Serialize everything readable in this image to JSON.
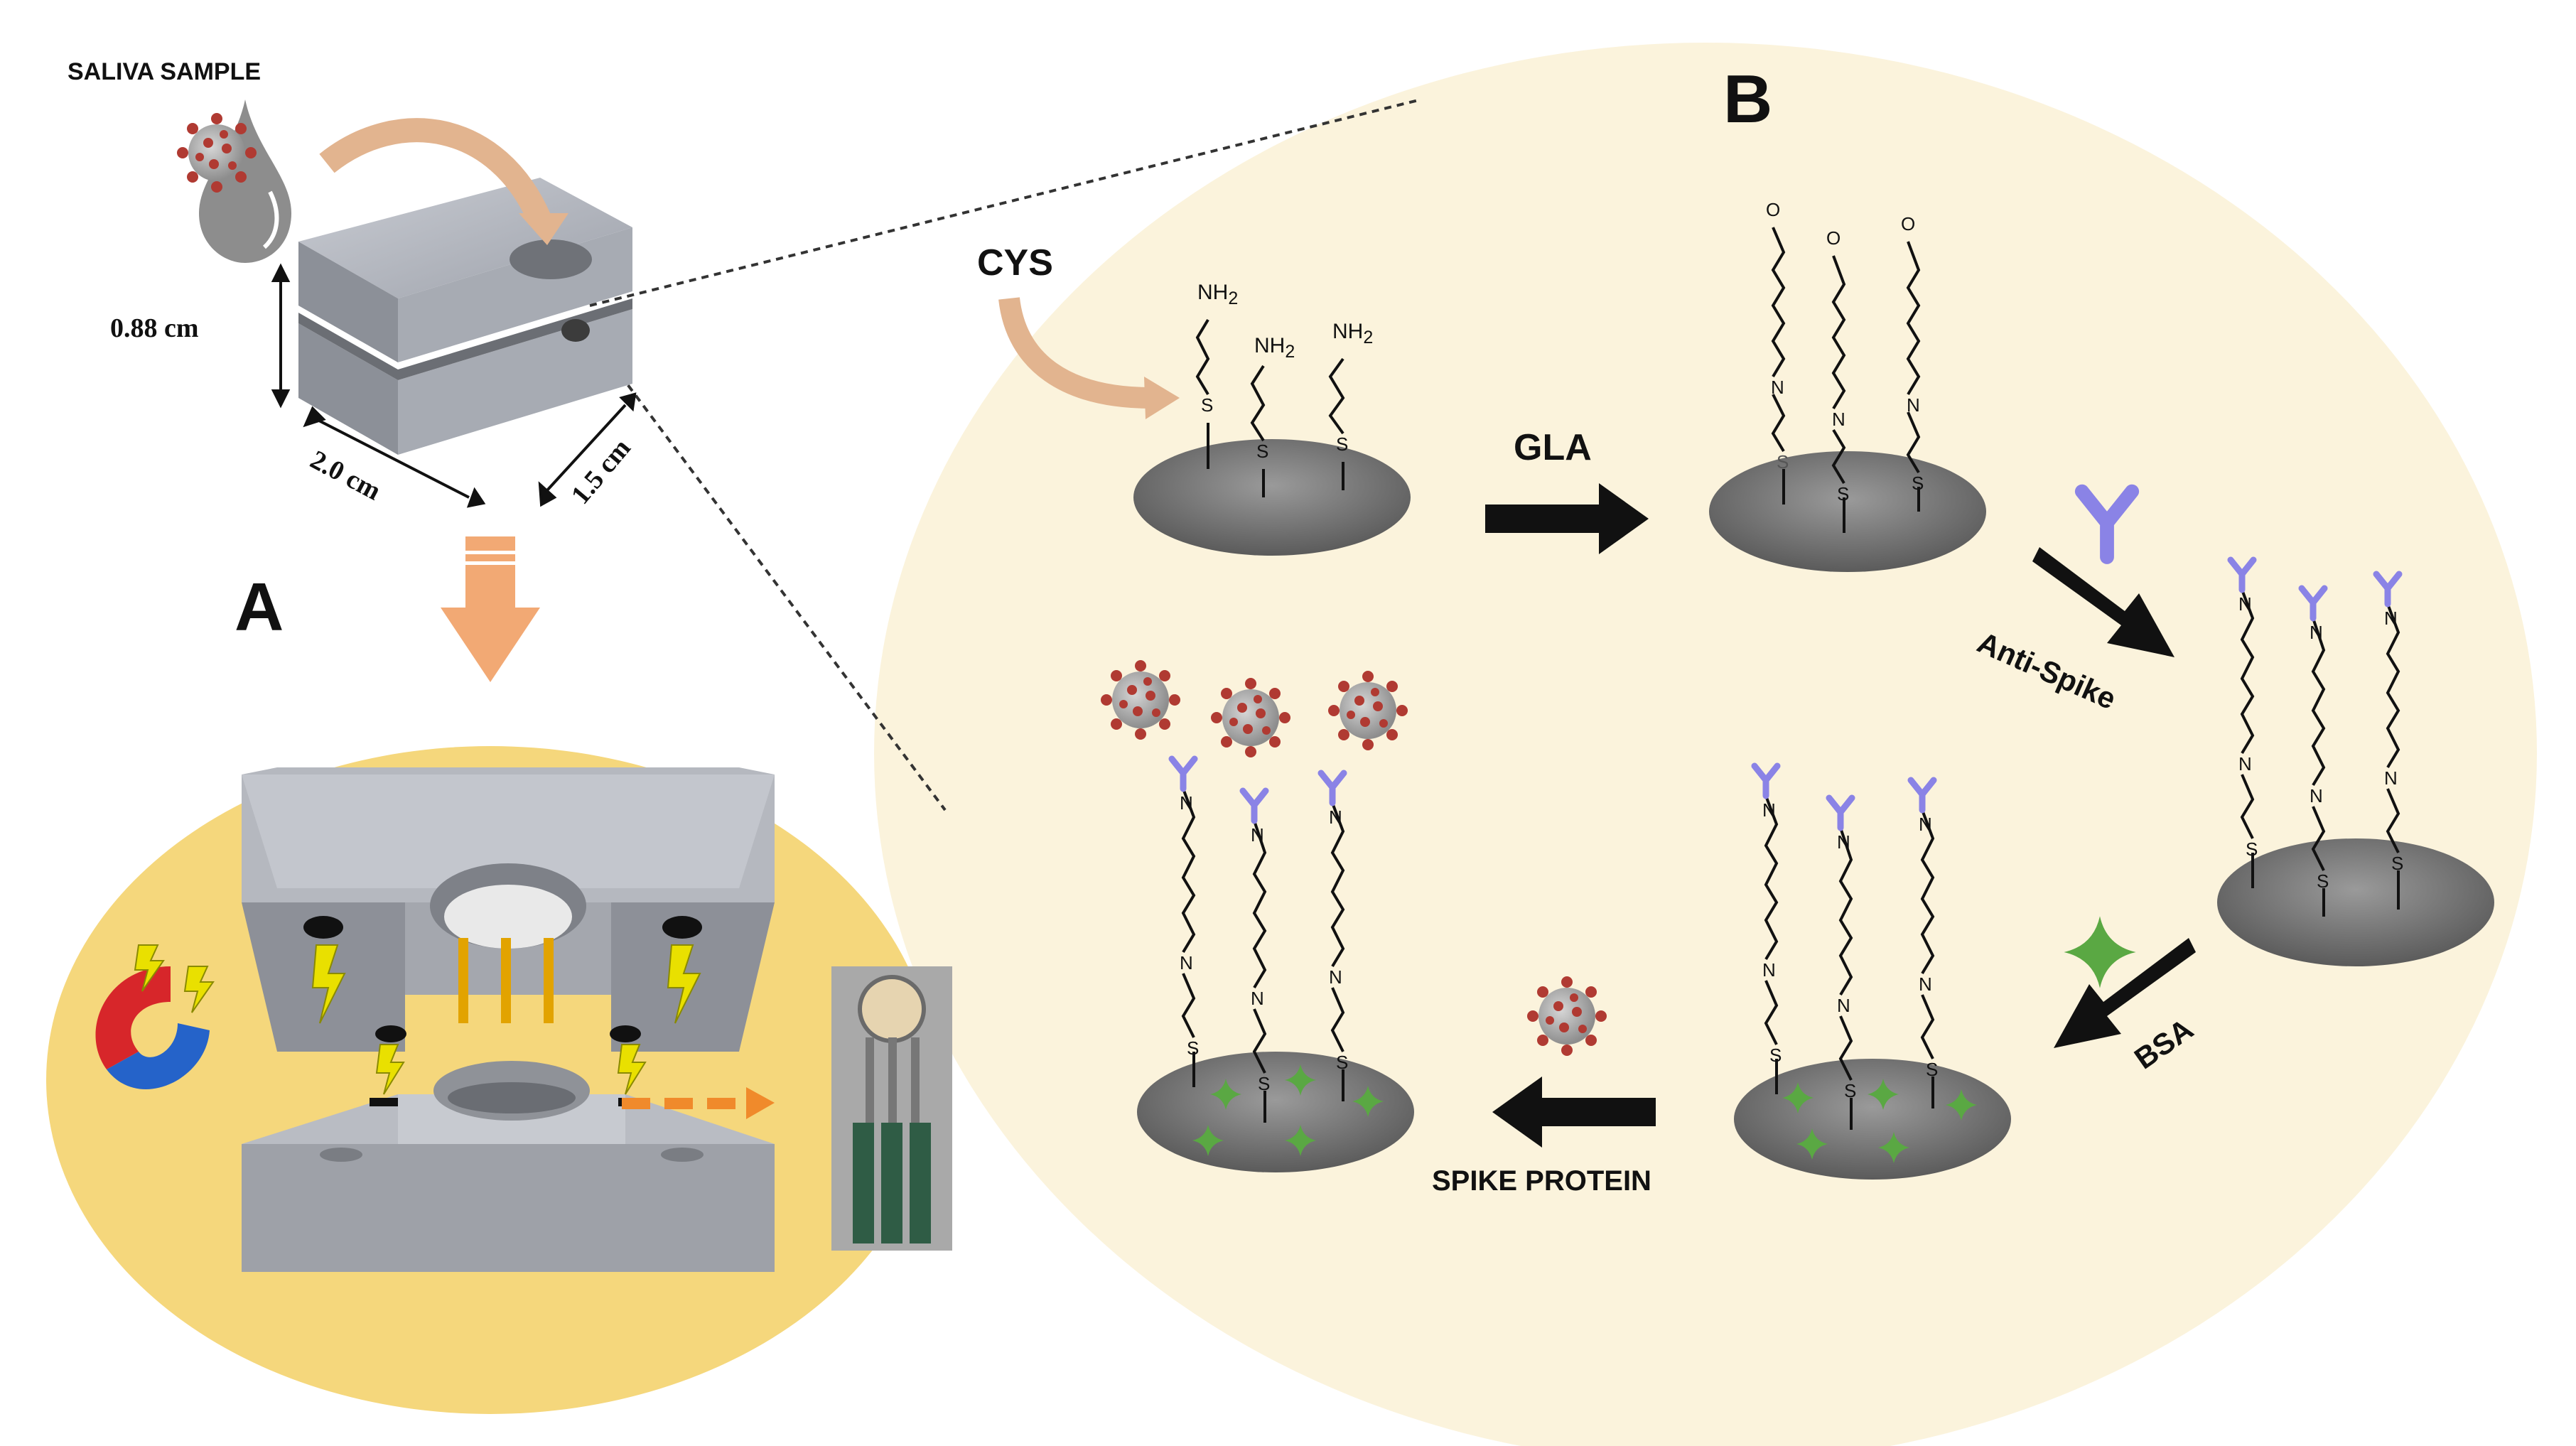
{
  "labels": {
    "saliva_sample": "SALIVA SAMPLE",
    "panel_a": "A",
    "panel_b": "B",
    "cys": "CYS",
    "gla": "GLA",
    "anti_spike": "Anti-Spike",
    "bsa": "BSA",
    "spike_protein": "SPIKE PROTEIN"
  },
  "dimensions": {
    "height": "0.88 cm",
    "length": "2.0 cm",
    "width": "1.5 cm"
  },
  "chem": {
    "amine": "NH",
    "amine_sub": "2",
    "sulfur": "S",
    "nitrogen": "N",
    "oxygen": "O"
  },
  "colors": {
    "panel_a_bg": "#f5d77c",
    "panel_b_bg": "#fbf3dc",
    "electrode": "#7a7a7a",
    "antibody": "#8a83e6",
    "bsa": "#5aa843",
    "virus": "#b03a32",
    "arrow": "#111111",
    "curved_arrow": "#e2b48f"
  }
}
